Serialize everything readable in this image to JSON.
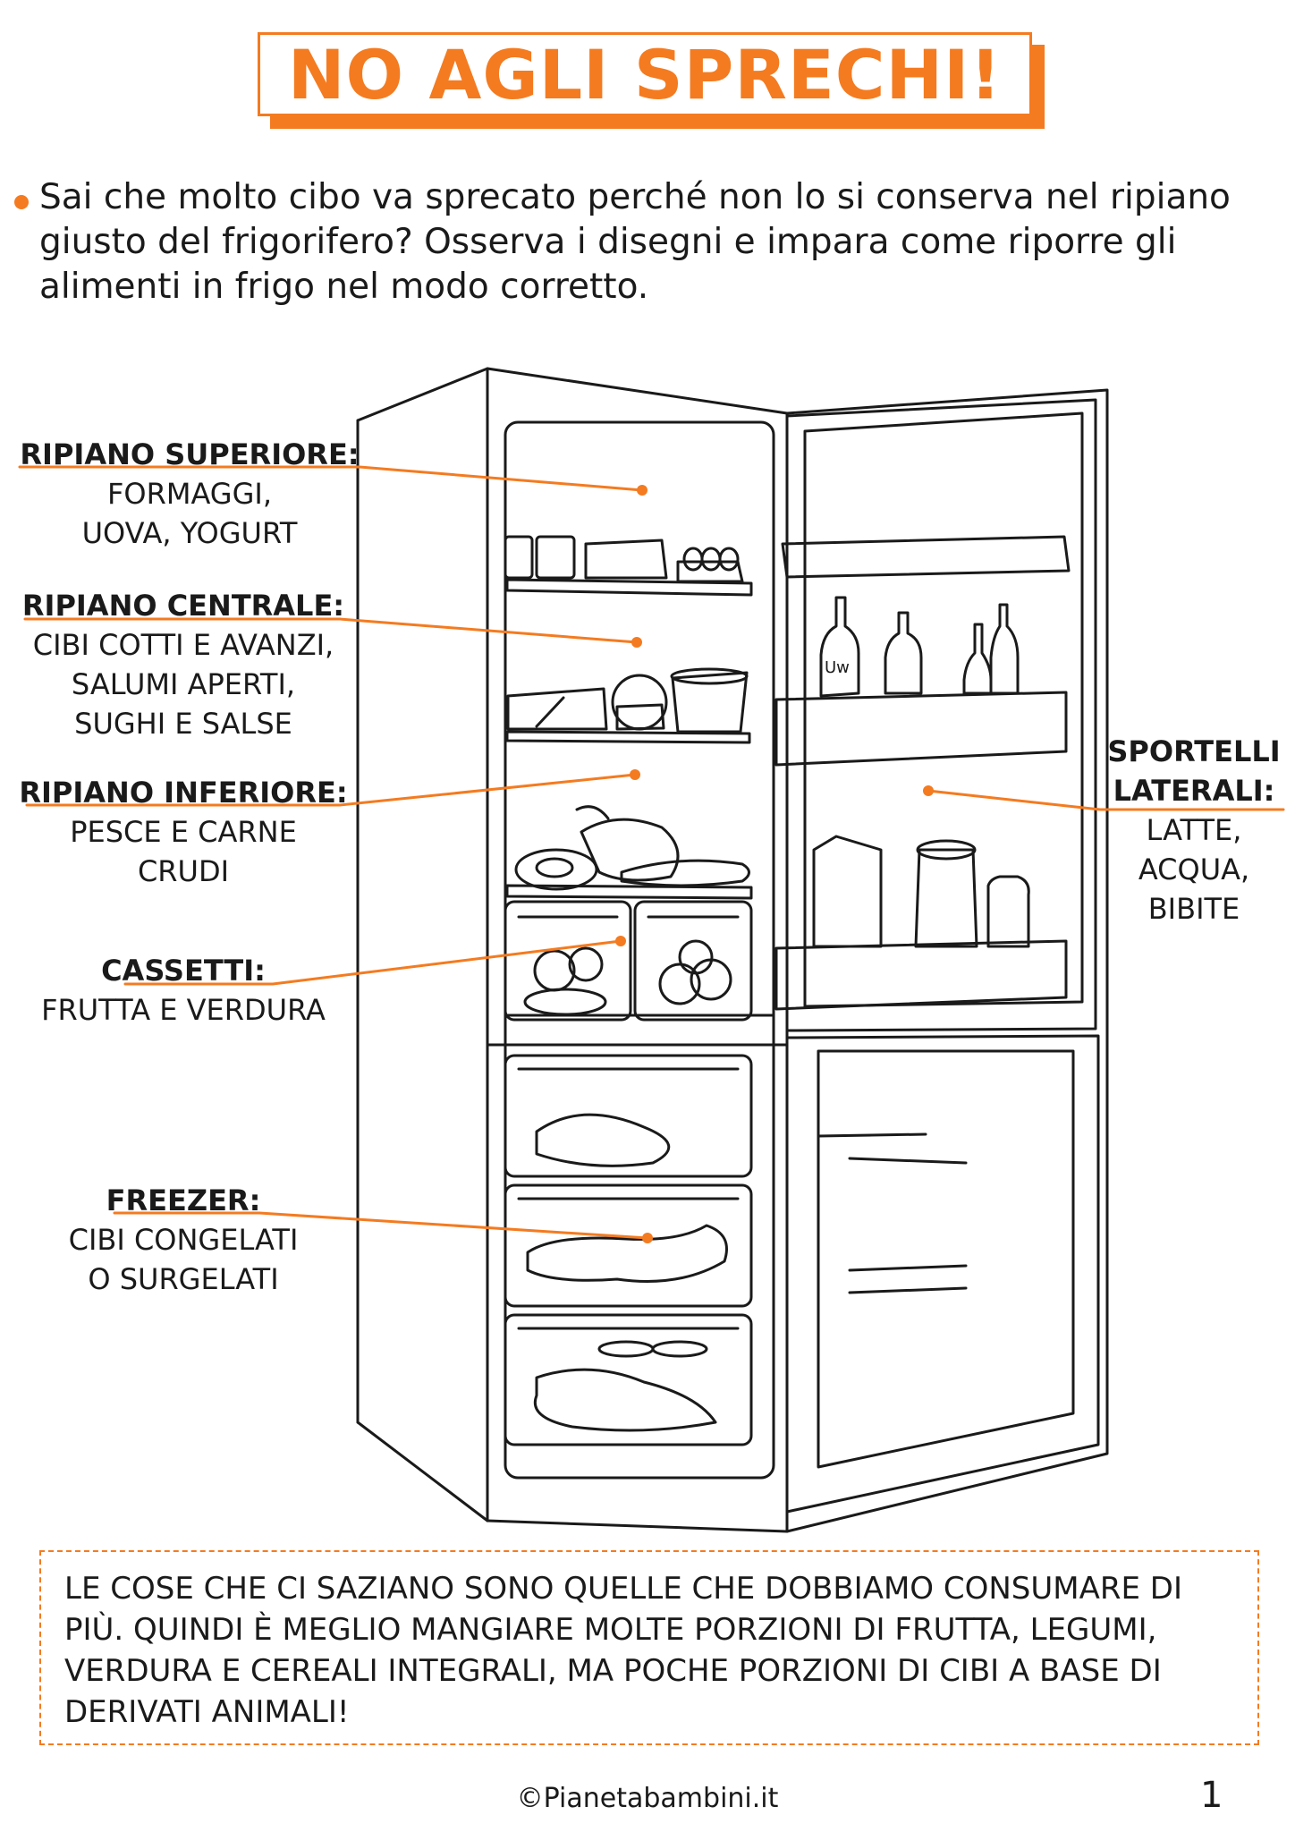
{
  "title": "NO AGLI SPRECHI!",
  "intro": "Sai che molto cibo va sprecato perché non lo si conserva nel ripiano giusto del frigorifero? Osserva i disegni e impara come riporre gli alimenti in frigo nel modo corretto.",
  "labels": {
    "top_shelf": {
      "head": "RIPIANO SUPERIORE:",
      "line1": "FORMAGGI,",
      "line2": "UOVA, YOGURT"
    },
    "middle_shelf": {
      "head": "RIPIANO CENTRALE:",
      "line1": "CIBI COTTI E AVANZI,",
      "line2": "SALUMI APERTI,",
      "line3": "SUGHI E SALSE"
    },
    "bottom_shelf": {
      "head": "RIPIANO INFERIORE:",
      "line1": "PESCE E CARNE",
      "line2": "CRUDI"
    },
    "drawers": {
      "head": "CASSETTI:",
      "line1": "FRUTTA E VERDURA"
    },
    "freezer": {
      "head": "FREEZER:",
      "line1": "CIBI CONGELATI",
      "line2": "O SURGELATI"
    },
    "door": {
      "head1": "SPORTELLI",
      "head2": "LATERALI:",
      "line1": "LATTE,",
      "line2": "ACQUA,",
      "line3": "BIBITE"
    }
  },
  "bottle_label": "Uw",
  "note": "LE COSE CHE CI SAZIANO SONO QUELLE CHE DOBBIAMO CONSUMARE DI PIÙ. QUINDI È MEGLIO MANGIARE MOLTE PORZIONI DI FRUTTA, LEGUMI, VERDURA E CEREALI INTEGRALI, MA POCHE PORZIONI DI CIBI A BASE DI DERIVATI ANIMALI!",
  "footer": "©Pianetabambini.it",
  "page_number": "1",
  "colors": {
    "accent": "#f47b20",
    "ink": "#1a1a1a"
  }
}
